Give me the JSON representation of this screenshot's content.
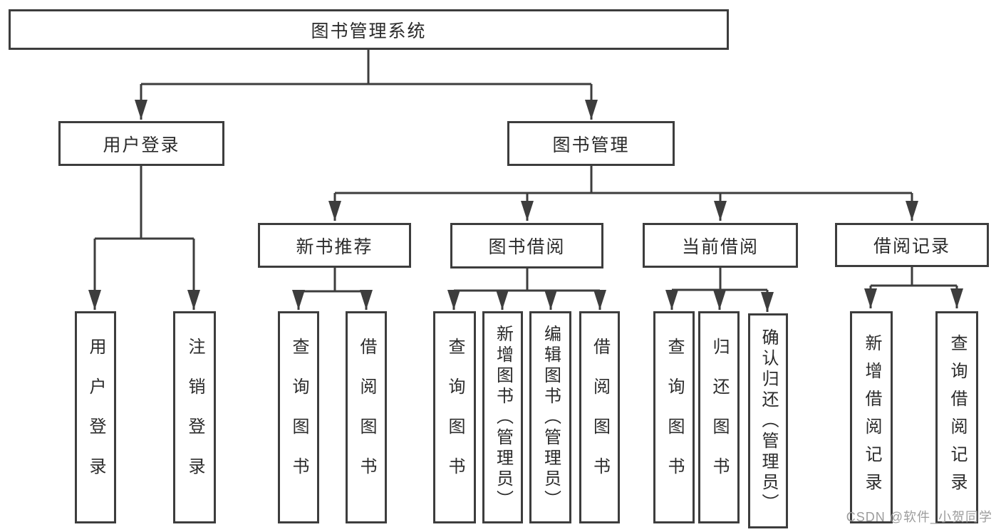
{
  "tree": {
    "label": "图书管理系统",
    "children": [
      {
        "label": "用户登录",
        "children": [
          {
            "label": "用户登录"
          },
          {
            "label": "注销登录"
          }
        ]
      },
      {
        "label": "图书管理",
        "children": [
          {
            "label": "新书推荐",
            "children": [
              {
                "label": "查询图书"
              },
              {
                "label": "借阅图书"
              }
            ]
          },
          {
            "label": "图书借阅",
            "children": [
              {
                "label": "查询图书"
              },
              {
                "label": "新增图书（管理员）"
              },
              {
                "label": "编辑图书（管理员）"
              },
              {
                "label": "借阅图书"
              }
            ]
          },
          {
            "label": "当前借阅",
            "children": [
              {
                "label": "查询图书"
              },
              {
                "label": "归还图书"
              },
              {
                "label": "确认归还（管理员）"
              }
            ]
          },
          {
            "label": "借阅记录",
            "children": [
              {
                "label": "新增借阅记录"
              },
              {
                "label": "查询借阅记录"
              }
            ]
          }
        ]
      }
    ]
  },
  "watermark": {
    "text": "CSDN @软件_小贺同学"
  },
  "colors": {
    "line": "#3d3d3d",
    "text": "#2b2b2b",
    "watermark": "#9c9c9c",
    "background": "#ffffff"
  }
}
